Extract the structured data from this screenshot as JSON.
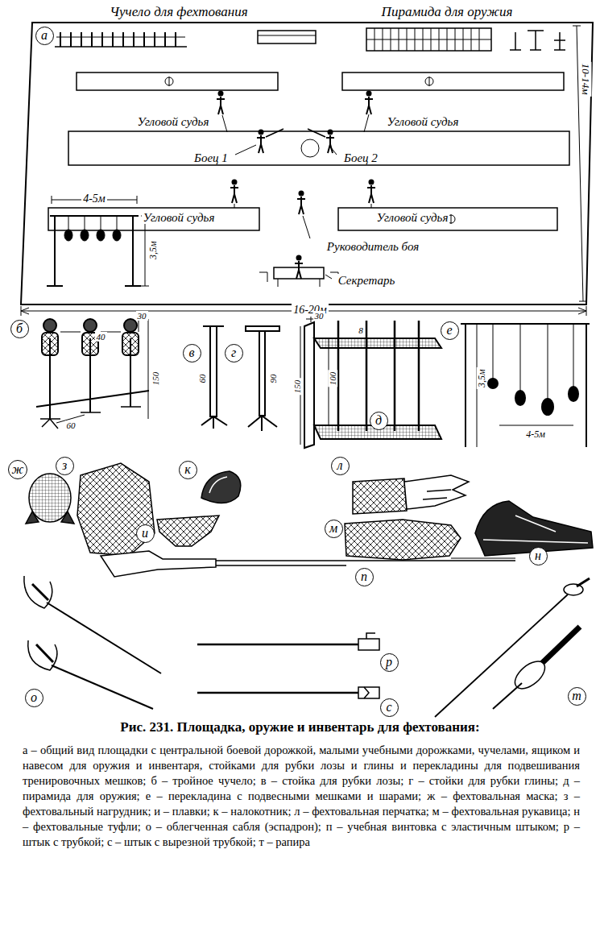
{
  "diagram": {
    "title": "Рис. 231. Площадка, оружие и инвентарь для фехтования:",
    "caption": "а – общий вид площадки с центральной боевой дорожкой, малыми учебными дорожками, чучелами, ящиком и навесом для оружия и инвентаря, стойками для рубки лозы и глины и перекладины для подвешивания тренировочных мешков; б – тройное чучело; в – стойка для рубки лозы; г – стойки для рубки глины; д – пирамида для оружия; е – перекладина с подвесными мешками и шарами; ж – фехтовальная маска; з – фехтовальный нагрудник; и – плавки; к – налокотник; л – фехтовальная перчатка; м – фехтовальная рукавица; н – фехтовальные туфли; о – облегченная сабля (эспадрон); п – учебная винтовка с эластичным штыком; р – штык с трубкой; с – штык с вырезной трубкой; т – рапира",
    "nodes": [
      {
        "text": [
          "а"
        ]
      },
      {
        "text": [
          "б"
        ]
      },
      {
        "text": [
          "в"
        ]
      },
      {
        "text": [
          "г"
        ]
      },
      {
        "text": [
          "д"
        ]
      },
      {
        "text": [
          "е"
        ]
      },
      {
        "text": [
          "ж"
        ]
      },
      {
        "text": [
          "з"
        ]
      },
      {
        "text": [
          "и"
        ]
      },
      {
        "text": [
          "к"
        ]
      },
      {
        "text": [
          "л"
        ]
      },
      {
        "text": [
          "м"
        ]
      },
      {
        "text": [
          "н"
        ]
      },
      {
        "text": [
          "о"
        ]
      },
      {
        "text": [
          "п"
        ]
      },
      {
        "text": [
          "р"
        ]
      },
      {
        "text": [
          "с"
        ]
      },
      {
        "text": [
          "т"
        ]
      }
    ],
    "labels": [
      "Чучело для фехтования",
      "Пирамида для оружия",
      "Угловой судья",
      "Угловой судья",
      "Боец 1",
      "Боец 2",
      "4-5м",
      "Угловой судья",
      "Угловой судья",
      "3,5м",
      "Руководитель боя",
      "Секретарь",
      "10-14м",
      "16-20м",
      "30",
      "40",
      "150",
      "60",
      "60",
      "90",
      "30",
      "8",
      "100",
      "150",
      "3,5м",
      "4-5м"
    ]
  }
}
